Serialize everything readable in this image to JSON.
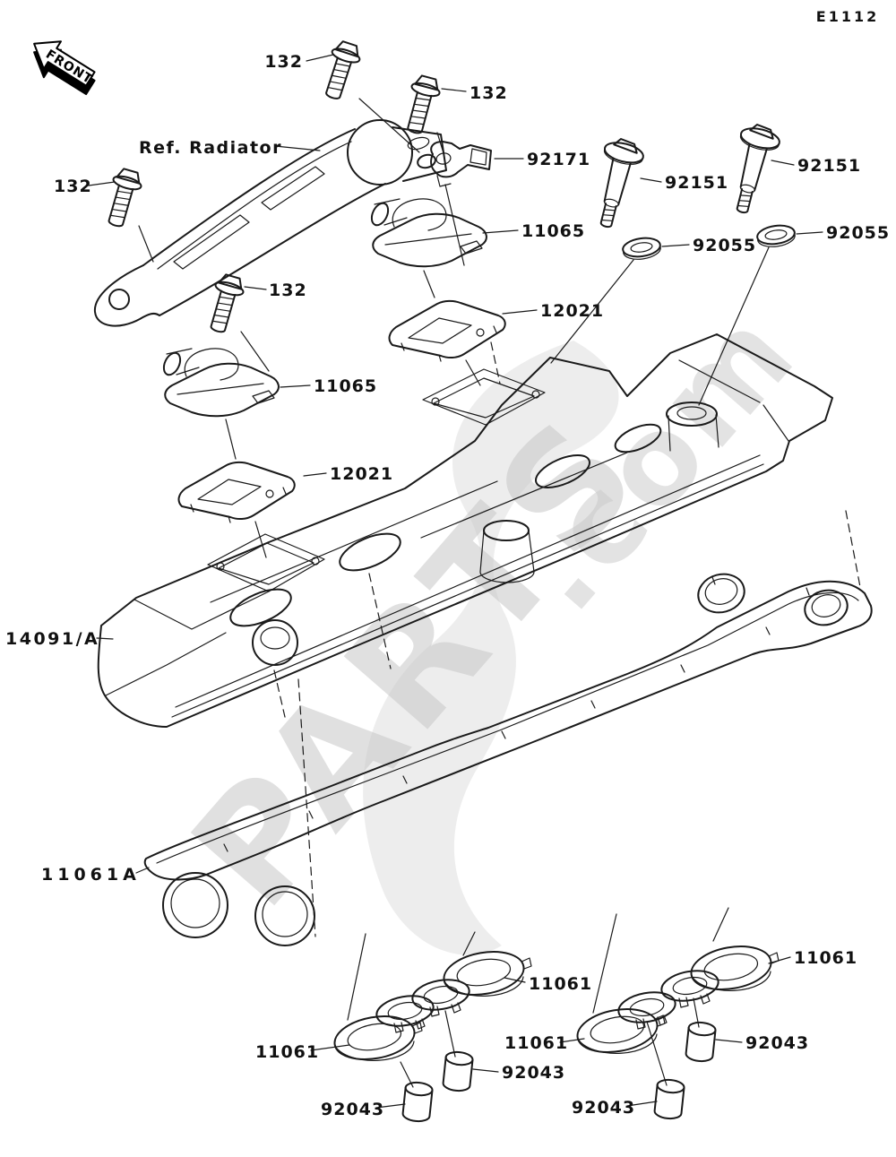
{
  "diagram": {
    "page_code": "E1112",
    "front_marker": "FRONT",
    "reference_note": "Ref. Radiator",
    "watermark": {
      "main": "PARTS",
      "suffix": ".com"
    },
    "colors": {
      "line": "#1a1a1a",
      "watermark": "#c7c7c7",
      "background": "#ffffff"
    },
    "callouts": [
      {
        "part_no": "132"
      },
      {
        "part_no": "132"
      },
      {
        "part_no": "132"
      },
      {
        "part_no": "132"
      },
      {
        "part_no": "92171"
      },
      {
        "part_no": "92151"
      },
      {
        "part_no": "92151"
      },
      {
        "part_no": "92055"
      },
      {
        "part_no": "92055"
      },
      {
        "part_no": "11065"
      },
      {
        "part_no": "12021"
      },
      {
        "part_no": "11065"
      },
      {
        "part_no": "12021"
      },
      {
        "part_no": "14091/A"
      },
      {
        "part_no": "11061A"
      },
      {
        "part_no": "11061"
      },
      {
        "part_no": "11061"
      },
      {
        "part_no": "11061"
      },
      {
        "part_no": "11061"
      },
      {
        "part_no": "92043"
      },
      {
        "part_no": "92043"
      },
      {
        "part_no": "92043"
      },
      {
        "part_no": "92043"
      }
    ]
  }
}
